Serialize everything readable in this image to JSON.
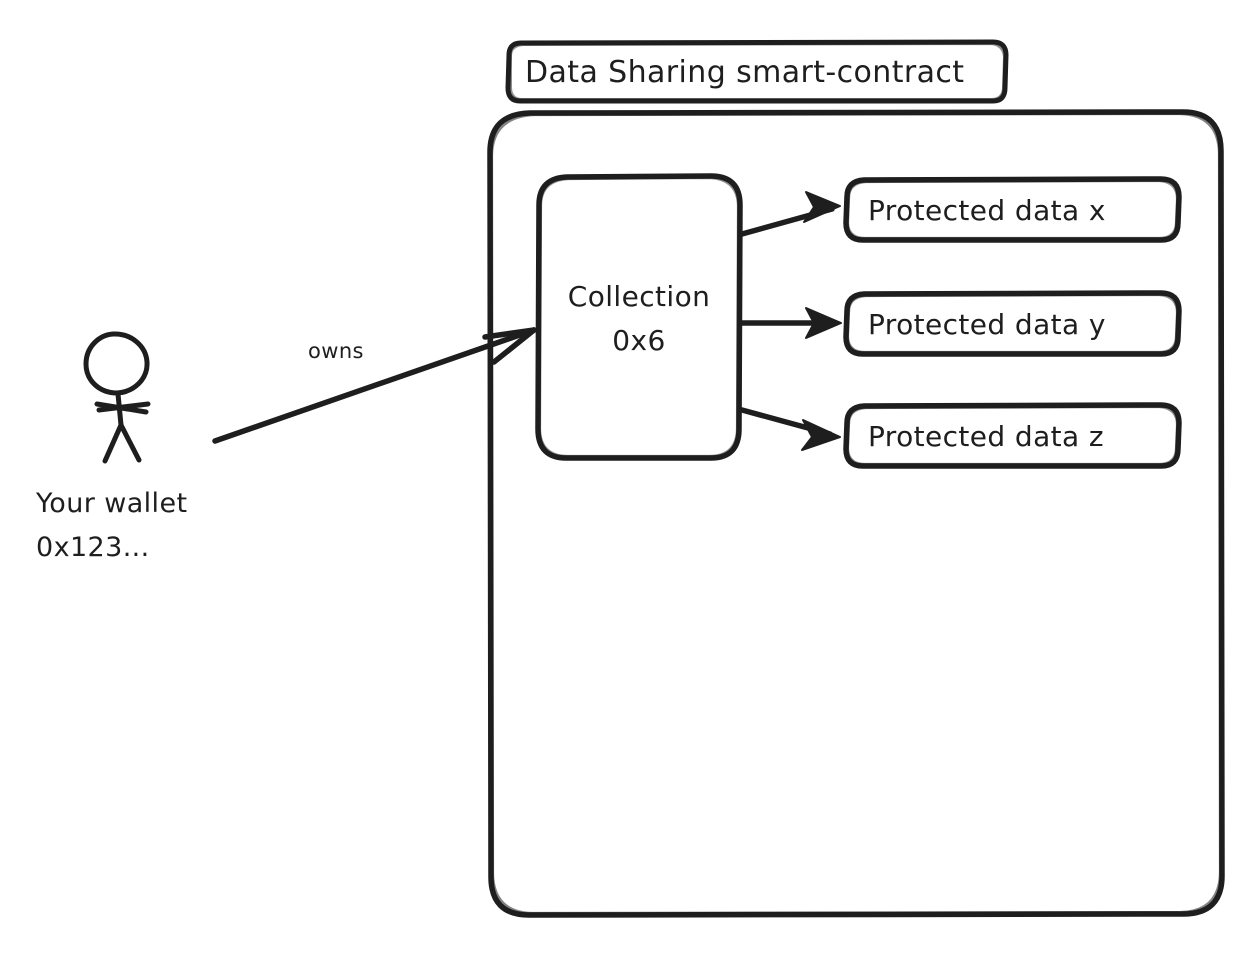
{
  "diagram": {
    "type": "flow-diagram",
    "style": "hand-drawn",
    "background_color": "#ffffff",
    "stroke_color": "#1e1e1e",
    "container": {
      "title": "Data Sharing smart-contract",
      "title_box_name": "contract-title-box"
    },
    "actor": {
      "icon": "stick-figure-person-icon",
      "label_line1": "Your wallet",
      "label_line2": "0x123..."
    },
    "edges": [
      {
        "label": "owns",
        "from": "actor",
        "to": "collection"
      },
      {
        "label": "",
        "from": "collection",
        "to": "protected-data-x"
      },
      {
        "label": "",
        "from": "collection",
        "to": "protected-data-y"
      },
      {
        "label": "",
        "from": "collection",
        "to": "protected-data-z"
      }
    ],
    "collection": {
      "label_line1": "Collection",
      "label_line2": "0x6"
    },
    "protected_data": [
      {
        "label": "Protected data x"
      },
      {
        "label": "Protected data y"
      },
      {
        "label": "Protected data z"
      }
    ]
  }
}
